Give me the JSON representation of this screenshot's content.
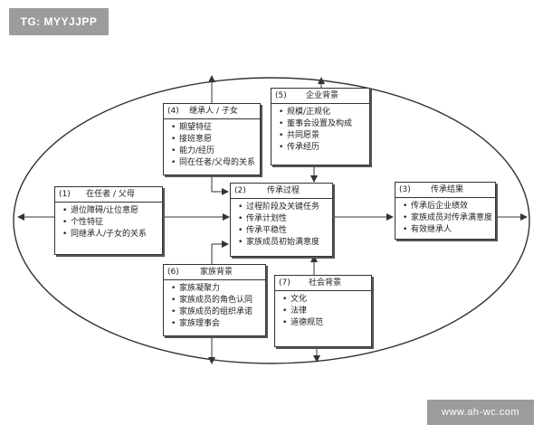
{
  "watermark_top": "TG: MYYJJPP",
  "watermark_bottom": "www.ah-wc.com",
  "boxes": {
    "incumbent": {
      "num": "(1)",
      "title": "在任者 / 父母",
      "items": [
        "退位障碍/让位意愿",
        "个性特征",
        "同继承人/子女的关系"
      ]
    },
    "process": {
      "num": "(2)",
      "title": "传承过程",
      "items": [
        "过程阶段及关键任务",
        "传承计划性",
        "传承平稳性",
        "家族成员初始满意度"
      ]
    },
    "result": {
      "num": "(3)",
      "title": "传承结果",
      "items": [
        "传承后企业绩效",
        "家族成员对传承满意度",
        "有效继承人"
      ]
    },
    "successor": {
      "num": "(4)",
      "title": "继承人 / 子女",
      "items": [
        "期望特征",
        "接班意愿",
        "能力/经历",
        "同在任者/父母的关系"
      ]
    },
    "enterprise": {
      "num": "(5)",
      "title": "企业背景",
      "items": [
        "规模/正规化",
        "董事会设置及构成",
        "共同愿景",
        "传承经历"
      ]
    },
    "family": {
      "num": "(6)",
      "title": "家族背景",
      "items": [
        "家族凝聚力",
        "家族成员的角色认同",
        "家族成员的组织承诺",
        "家族理事会"
      ]
    },
    "social": {
      "num": "(7)",
      "title": "社会背景",
      "items": [
        "文化",
        "法律",
        "道德规范"
      ]
    }
  }
}
